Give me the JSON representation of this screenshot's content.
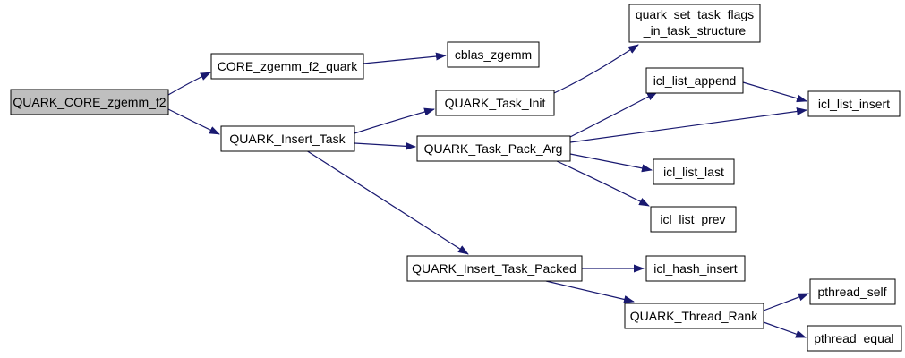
{
  "diagram": {
    "type": "call-graph",
    "background_color": "#ffffff",
    "edge_color": "#191970",
    "node_border_color": "#000000",
    "node_fill_color": "#ffffff",
    "highlight_fill_color": "#bfbfbf",
    "nodes": {
      "quark_core_zgemm_f2": {
        "label": "QUARK_CORE_zgemm_f2",
        "highlighted": true
      },
      "core_zgemm_f2_quark": {
        "label": "CORE_zgemm_f2_quark"
      },
      "cblas_zgemm": {
        "label": "cblas_zgemm"
      },
      "quark_task_init": {
        "label": "QUARK_Task_Init"
      },
      "quark_insert_task": {
        "label": "QUARK_Insert_Task"
      },
      "quark_task_pack_arg": {
        "label": "QUARK_Task_Pack_Arg"
      },
      "quark_set_task_flags": {
        "label_line1": "quark_set_task_flags",
        "label_line2": "_in_task_structure"
      },
      "icl_list_append": {
        "label": "icl_list_append"
      },
      "icl_list_insert": {
        "label": "icl_list_insert"
      },
      "icl_list_last": {
        "label": "icl_list_last"
      },
      "icl_list_prev": {
        "label": "icl_list_prev"
      },
      "quark_insert_task_packed": {
        "label": "QUARK_Insert_Task_Packed"
      },
      "icl_hash_insert": {
        "label": "icl_hash_insert"
      },
      "quark_thread_rank": {
        "label": "QUARK_Thread_Rank"
      },
      "pthread_self": {
        "label": "pthread_self"
      },
      "pthread_equal": {
        "label": "pthread_equal"
      }
    },
    "edges": [
      {
        "from": "QUARK_CORE_zgemm_f2",
        "to": "CORE_zgemm_f2_quark"
      },
      {
        "from": "QUARK_CORE_zgemm_f2",
        "to": "QUARK_Insert_Task"
      },
      {
        "from": "CORE_zgemm_f2_quark",
        "to": "cblas_zgemm"
      },
      {
        "from": "QUARK_Insert_Task",
        "to": "QUARK_Task_Init"
      },
      {
        "from": "QUARK_Insert_Task",
        "to": "QUARK_Task_Pack_Arg"
      },
      {
        "from": "QUARK_Insert_Task",
        "to": "QUARK_Insert_Task_Packed"
      },
      {
        "from": "QUARK_Task_Init",
        "to": "quark_set_task_flags_in_task_structure"
      },
      {
        "from": "QUARK_Task_Pack_Arg",
        "to": "icl_list_append"
      },
      {
        "from": "QUARK_Task_Pack_Arg",
        "to": "icl_list_insert"
      },
      {
        "from": "icl_list_append",
        "to": "icl_list_insert"
      },
      {
        "from": "QUARK_Task_Pack_Arg",
        "to": "icl_list_last"
      },
      {
        "from": "QUARK_Task_Pack_Arg",
        "to": "icl_list_prev"
      },
      {
        "from": "QUARK_Insert_Task_Packed",
        "to": "icl_hash_insert"
      },
      {
        "from": "QUARK_Insert_Task_Packed",
        "to": "QUARK_Thread_Rank"
      },
      {
        "from": "QUARK_Thread_Rank",
        "to": "pthread_self"
      },
      {
        "from": "QUARK_Thread_Rank",
        "to": "pthread_equal"
      }
    ]
  }
}
